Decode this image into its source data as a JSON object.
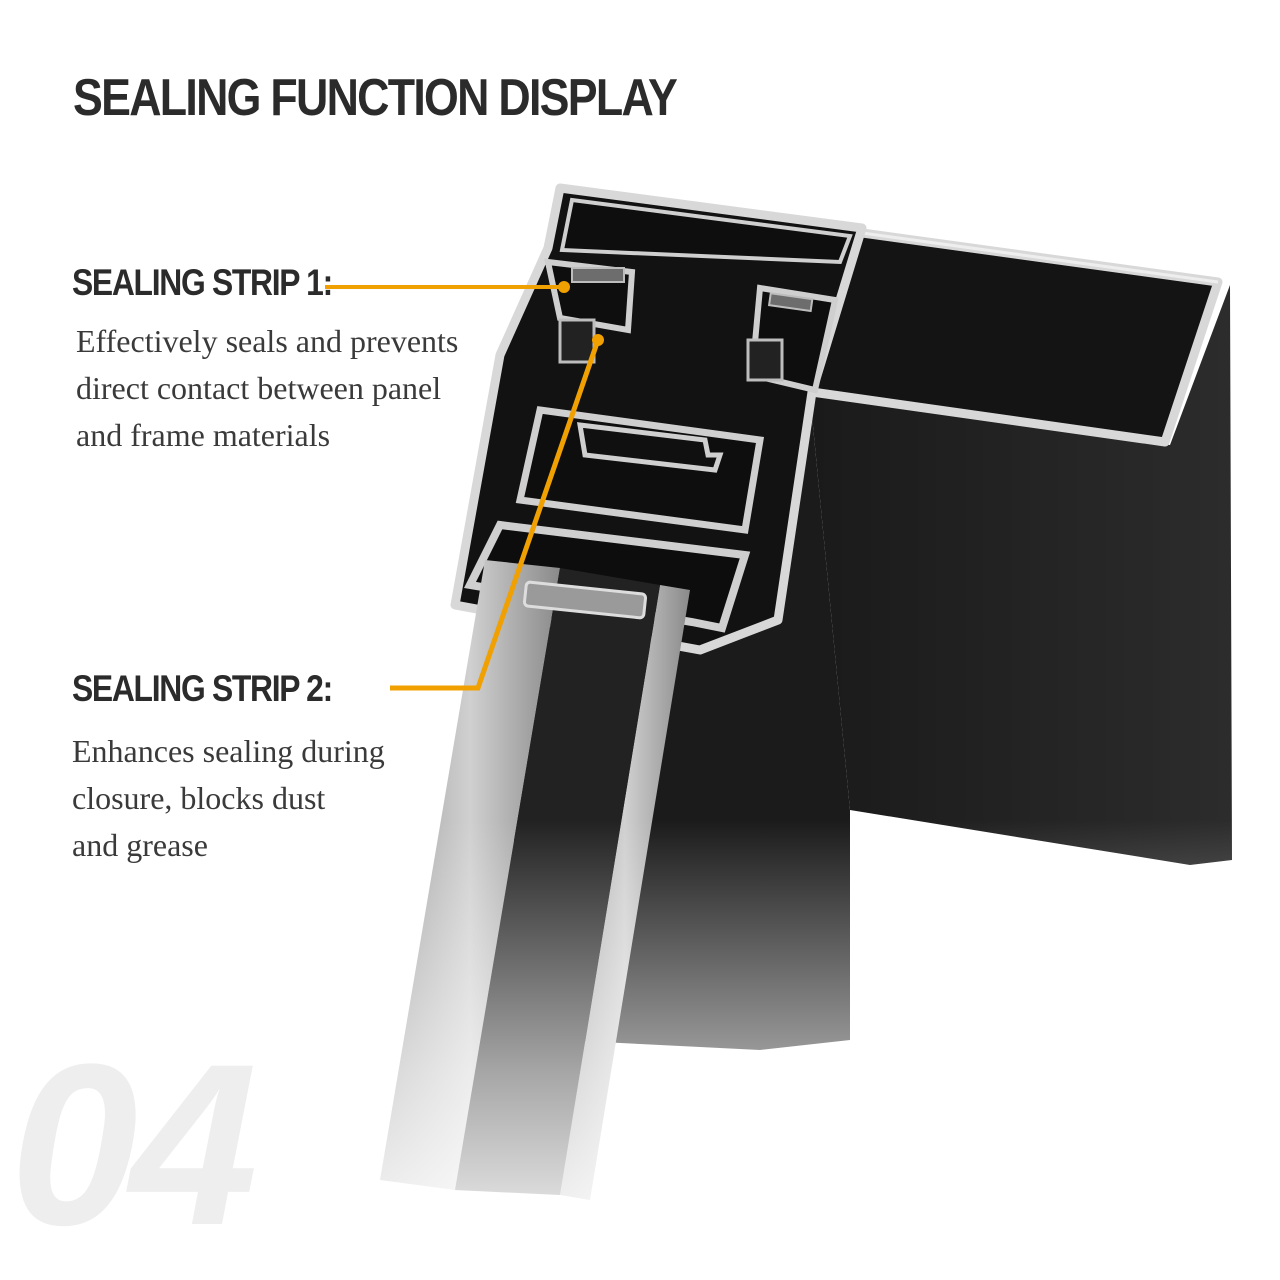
{
  "header": {
    "title": "SEALING FUNCTION DISPLAY"
  },
  "strip1": {
    "title": "SEALING STRIP 1:",
    "description": [
      "Effectively seals and prevents",
      "direct contact between panel",
      "and frame materials"
    ]
  },
  "strip2": {
    "title": "SEALING STRIP 2:",
    "description": [
      "Enhances sealing during",
      "closure, blocks dust",
      "and grease"
    ]
  },
  "section_number": "04",
  "colors": {
    "accent": "#f0a000",
    "profile": "#141414",
    "profile_edge": "#d8d8d8",
    "title": "#2b2b2b"
  },
  "icons": [
    "aluminum-profile-cross-section-image",
    "callout-dot-icon"
  ]
}
